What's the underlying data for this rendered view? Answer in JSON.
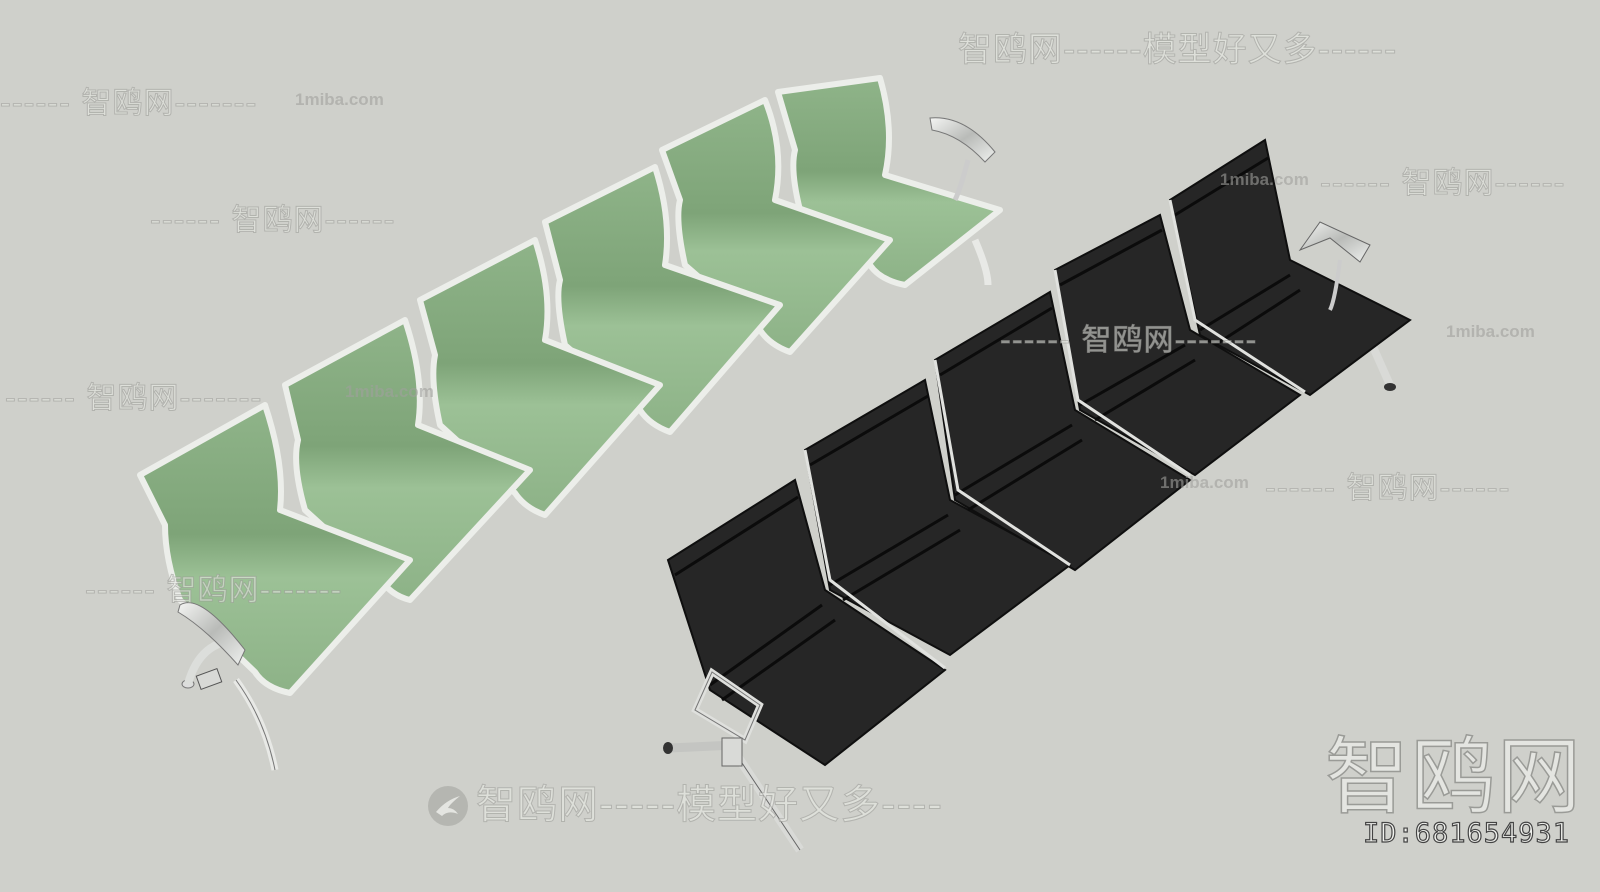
{
  "scene": {
    "description": "3D render of two airport waiting benches on grey background",
    "background_color": "#cfd0cb",
    "green_bench": {
      "seats": 6,
      "seat_color": "#8fb489",
      "frame_color": "#e9ebe8",
      "armrests": 2
    },
    "black_bench": {
      "seats": 5,
      "seat_color": "#262626",
      "frame_color": "#d9dad7",
      "armrests": 2
    }
  },
  "watermarks": {
    "site_cn": "智鸥网",
    "slogan_line": "智鸥网------模型好又多------",
    "slogan_bottom": "智鸥网-----模型好又多----",
    "site_url": "1miba.com",
    "dash_cn_left": "------ 智鸥网-------",
    "dash_cn_right": "------ 智鸥网------",
    "big_logo_text": "智鸥网",
    "model_id": "ID:681654931"
  }
}
